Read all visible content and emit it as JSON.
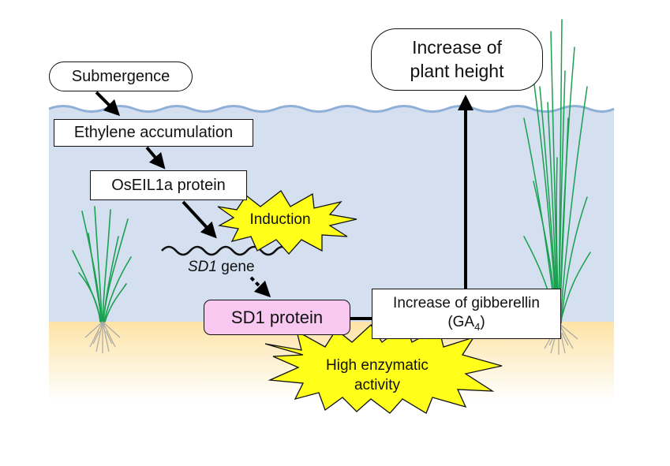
{
  "nodes": {
    "submergence": "Submergence",
    "ethylene": "Ethylene accumulation",
    "oseil1a": "OsEIL1a protein",
    "induction": "Induction",
    "sd1_gene_italic": "SD1",
    "sd1_gene_suffix": " gene",
    "sd1_protein": "SD1 protein",
    "gibberellin_line1": "Increase of gibberellin",
    "gibberellin_line2_prefix": "(GA",
    "gibberellin_subscript": "4",
    "gibberellin_line2_suffix": ")",
    "high_enzymatic_line1": "High enzymatic",
    "high_enzymatic_line2": "activity",
    "plant_height_line1": "Increase of",
    "plant_height_line2": "plant height"
  },
  "colors": {
    "water": "#d4dff0",
    "water_surface": "#8fb0d8",
    "soil_top": "#fde3a6",
    "burst_fill": "#ffff1a",
    "sd1_fill": "#f8c8f0",
    "plant_green": "#1aa050",
    "root_gray": "#a8a8a8"
  }
}
